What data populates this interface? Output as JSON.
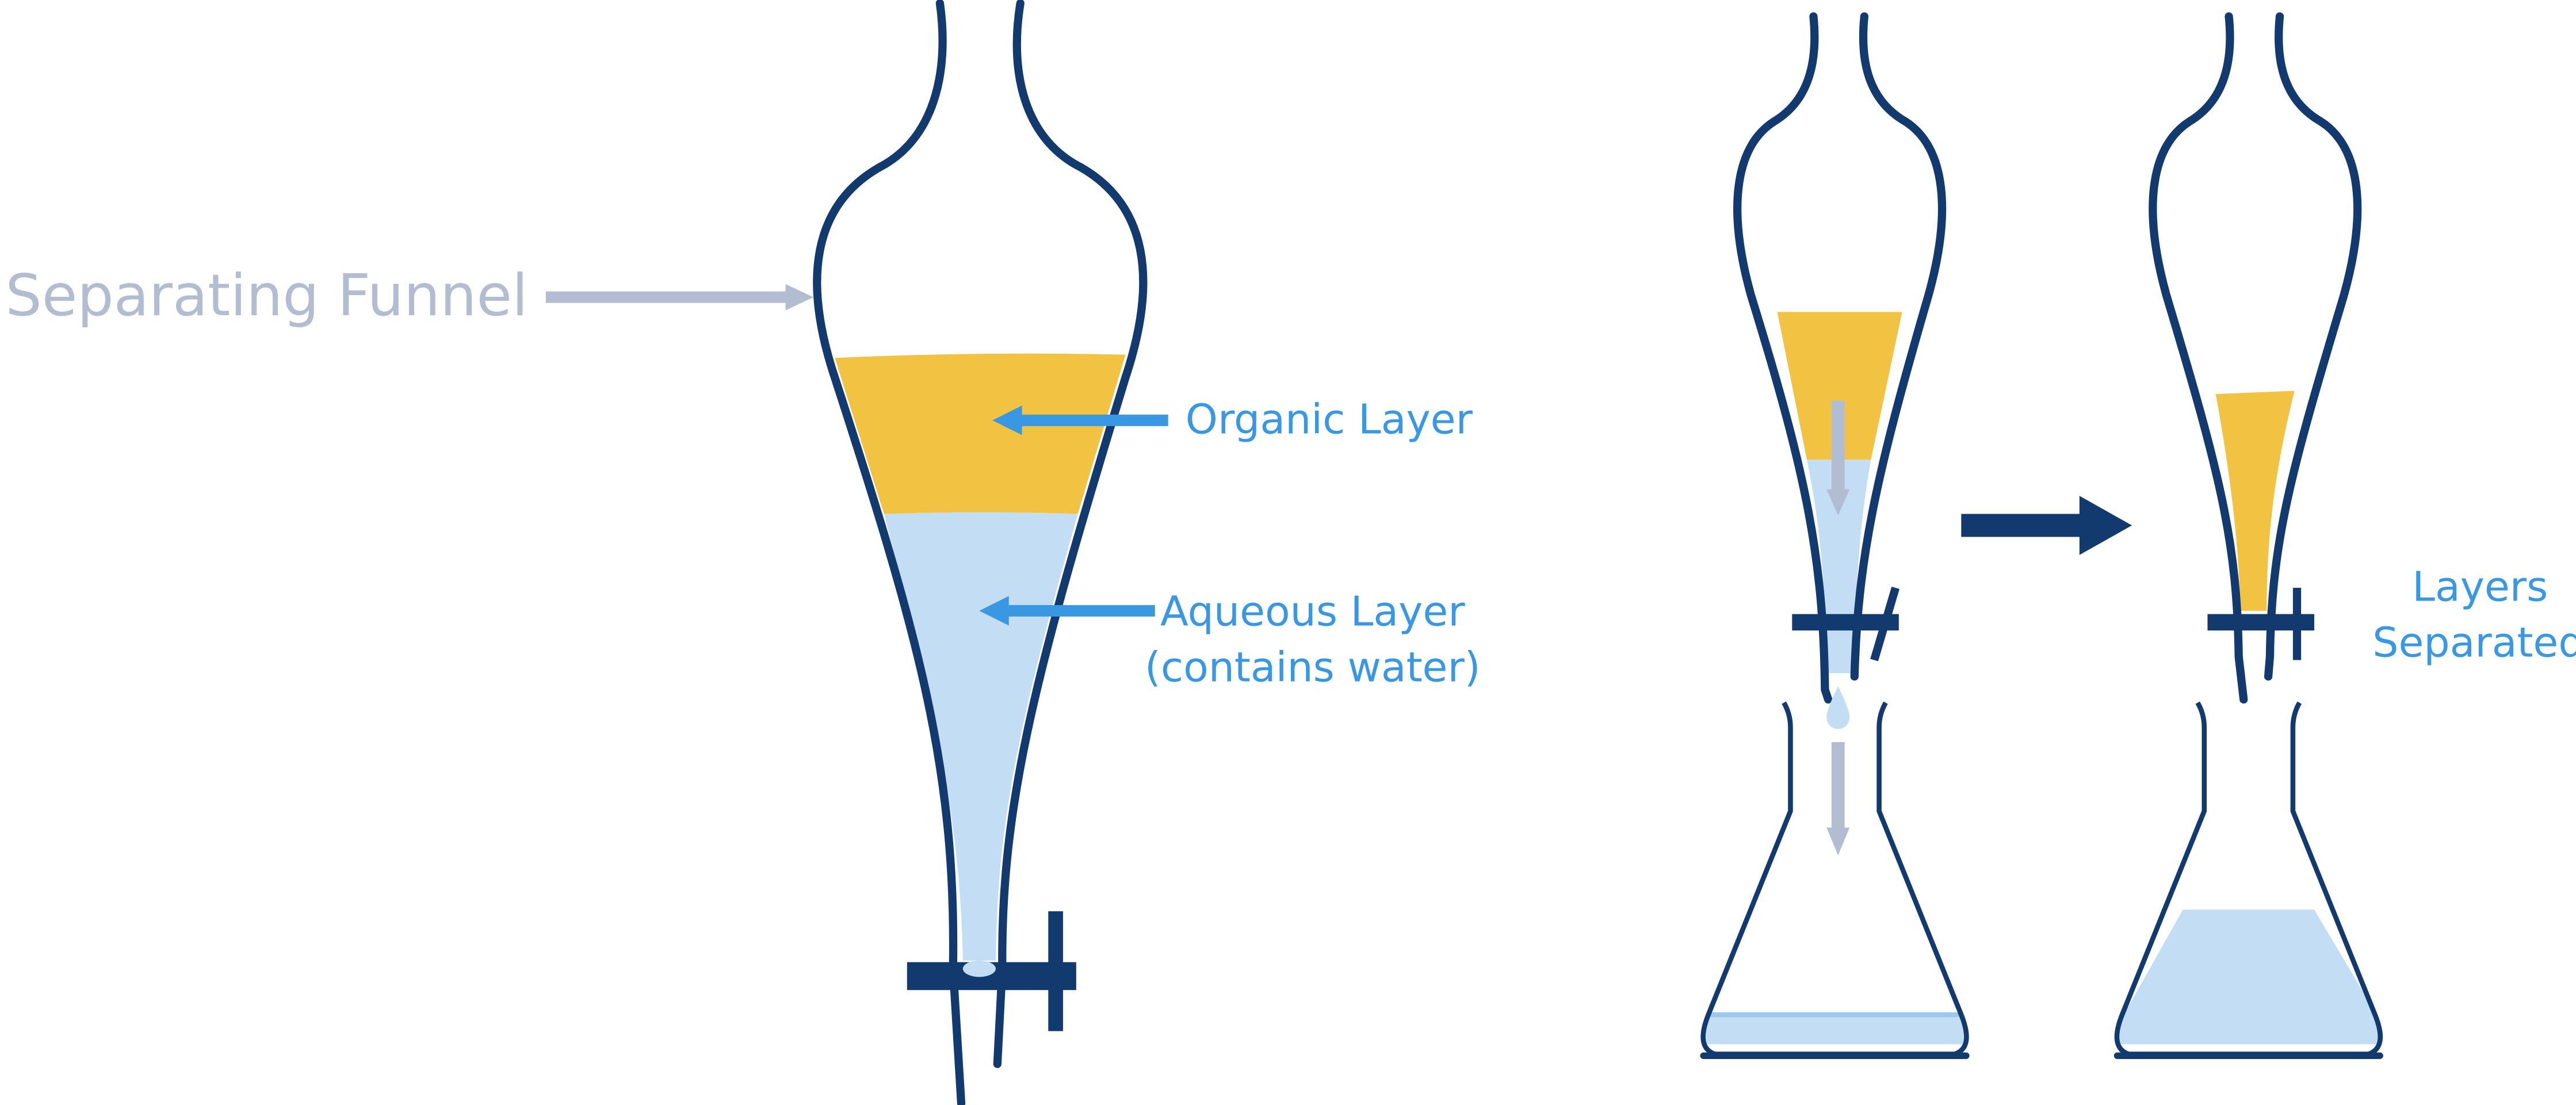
{
  "labels": {
    "funnel": "Separating Funnel",
    "organic": "Organic Layer",
    "aqueous_line1": "Aqueous Layer",
    "aqueous_line2": "(contains water)",
    "separated_line1": "Layers",
    "separated_line2": "Separated"
  },
  "colors": {
    "glass_outline": "#123A6E",
    "organic_layer": "#F2C343",
    "aqueous_layer": "#C3DDF5",
    "aqueous_surface": "#9CC8EE",
    "label_blue": "#3A98E2",
    "label_gray": "#B3BDD2",
    "flow_arrow_gray": "#B3BDD2",
    "step_arrow": "#123A6E"
  }
}
